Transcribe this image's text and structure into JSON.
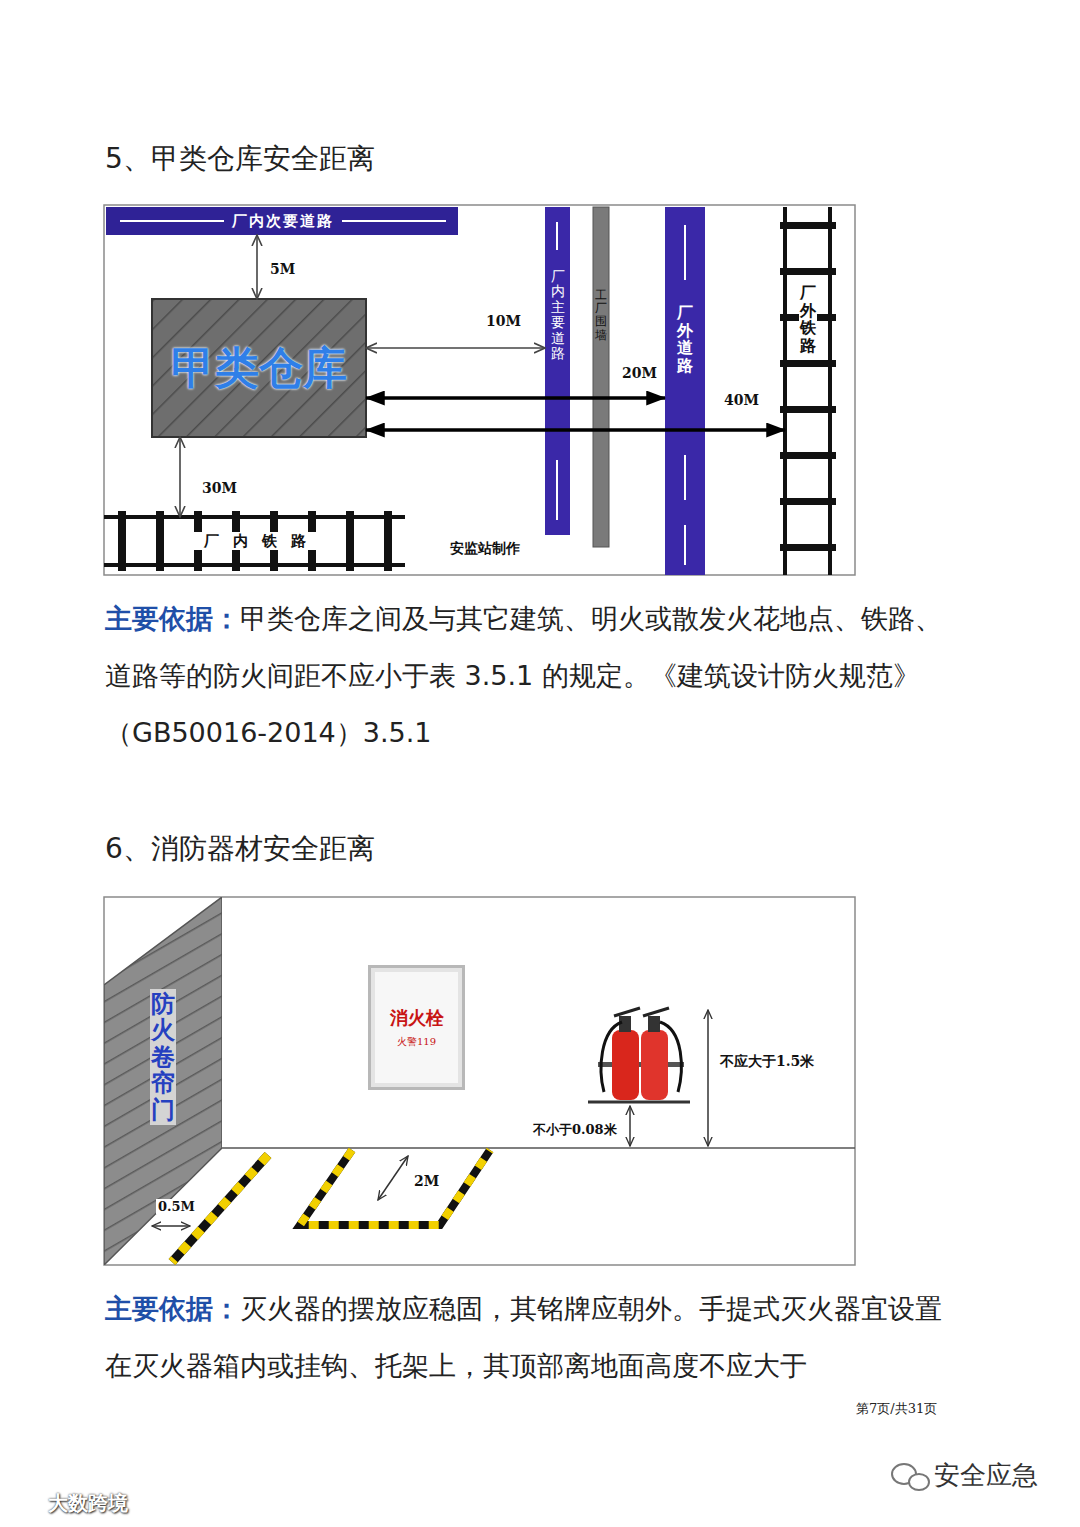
{
  "diagram": {
    "nodes": [
      {
        "text": [
          "厂内次要道路"
        ]
      },
      {
        "text": [
          "甲类仓库"
        ]
      },
      {
        "text": [
          "厂内主要道路"
        ]
      },
      {
        "text": [
          "工厂围墙"
        ]
      },
      {
        "text": [
          "厂外道路"
        ]
      },
      {
        "text": [
          "厂外铁路"
        ]
      },
      {
        "text": [
          "厂内铁路"
        ]
      },
      {
        "text": [
          "防火卷帘门"
        ]
      },
      {
        "text": [
          "消火栓",
          "火警119"
        ]
      }
    ],
    "edges": [
      {
        "from": 1,
        "to": 0,
        "arrow": "both",
        "label": "5M"
      },
      {
        "from": 1,
        "to": 2,
        "arrow": "both",
        "label": "10M"
      },
      {
        "from": 1,
        "to": 4,
        "arrow": "both",
        "label": "20M"
      },
      {
        "from": 1,
        "to": 5,
        "arrow": "both",
        "label": "40M"
      },
      {
        "from": 1,
        "to": 6,
        "arrow": "both",
        "label": "30M"
      }
    ],
    "labels": [
      "5、甲类仓库安全距离",
      "安监站制作",
      "主要依据：",
      "甲类仓库之间及与其它建筑、明火或散发火花地点、铁路、道路等的防火间距不应小于表 3.5.1 的规定。《建筑设计防火规范》（GB50016-2014）3.5.1",
      "6、消防器材安全距离",
      "不应大于1.5米",
      "不小于0.08米",
      "0.5M",
      "2M",
      "主要依据：",
      "灭火器的摆放应稳固，其铭牌应朝外。手提式灭火器宜设置在灭火器箱内或挂钩、托架上，其顶部离地面高度不应大于",
      "第7页/共31页",
      "安全应急",
      "大数跨境"
    ]
  }
}
